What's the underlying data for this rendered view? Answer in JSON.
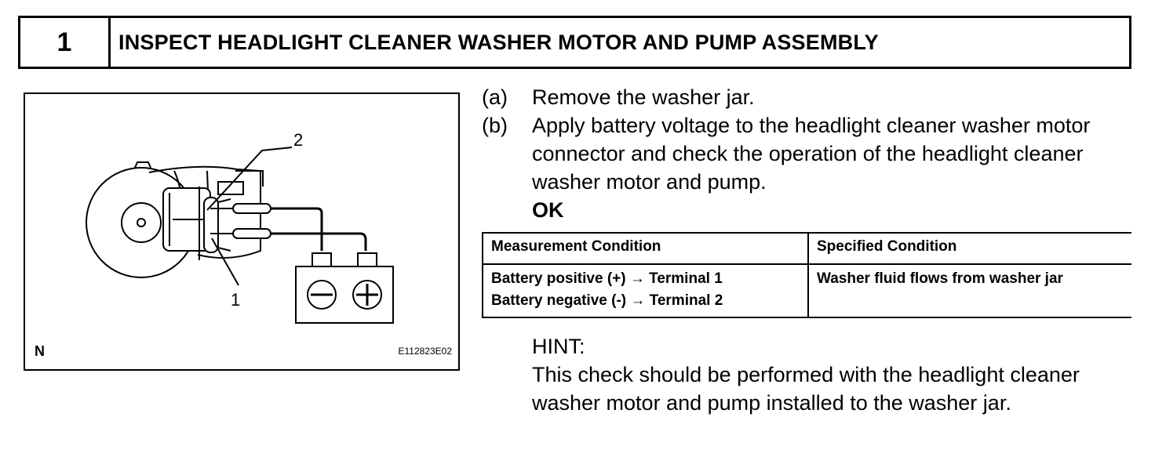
{
  "step": {
    "number": "1",
    "title": "INSPECT HEADLIGHT CLEANER WASHER MOTOR AND PUMP ASSEMBLY"
  },
  "figure": {
    "callout_1": "1",
    "callout_2": "2",
    "corner_label": "N",
    "figure_id": "E112823E02",
    "icons": [
      "washer-motor-pump",
      "battery-negative",
      "battery-positive"
    ]
  },
  "instructions": {
    "a_label": "(a)",
    "a_text": "Remove the washer jar.",
    "b_label": "(b)",
    "b_text": "Apply battery voltage to the headlight cleaner washer motor connector and check the operation of the headlight cleaner washer motor and pump.",
    "result": "OK"
  },
  "table": {
    "headers": [
      "Measurement Condition",
      "Specified Condition"
    ],
    "row": {
      "measurement_line1": "Battery positive (+) → Terminal 1",
      "measurement_line2": "Battery negative (-) → Terminal 2",
      "specified": "Washer fluid flows from washer jar"
    }
  },
  "hint": {
    "label": "HINT:",
    "text": "This check should be performed with the headlight cleaner washer motor and pump installed to the washer jar."
  }
}
